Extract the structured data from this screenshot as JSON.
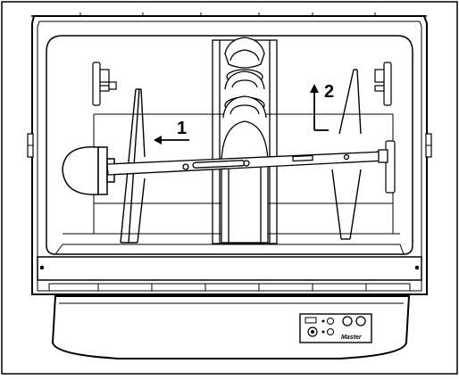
{
  "labels": {
    "step1": "1",
    "step2": "2"
  },
  "brand_badge": "Master",
  "colors": {
    "line": "#000000",
    "background": "#ffffff"
  }
}
